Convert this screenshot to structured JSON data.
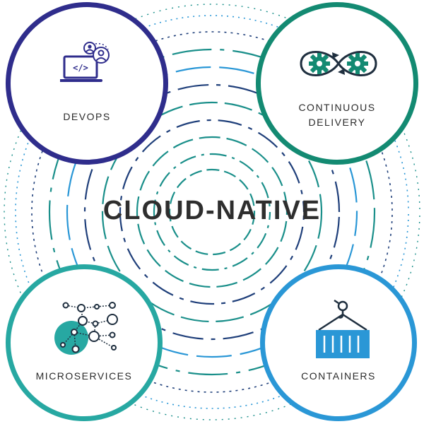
{
  "title": "CLOUD-NATIVE",
  "nodes": {
    "devops": {
      "label": "DEVOPS",
      "icon": "devops-laptop-users-icon",
      "color": "#2f2d8c"
    },
    "continuous_delivery": {
      "label_line1": "CONTINUOUS",
      "label_line2": "DELIVERY",
      "icon": "gears-loop-icon",
      "color": "#138a72"
    },
    "microservices": {
      "label": "MICROSERVICES",
      "icon": "microservices-network-icon",
      "color": "#27a8a2"
    },
    "containers": {
      "label": "CONTAINERS",
      "icon": "shipping-container-crane-icon",
      "color": "#2a97d6"
    }
  },
  "colors": {
    "title": "#2e2e2e",
    "ring_dark": "#1f3f7a",
    "ring_teal": "#1a8f8a",
    "ring_light": "#2a97d6"
  }
}
